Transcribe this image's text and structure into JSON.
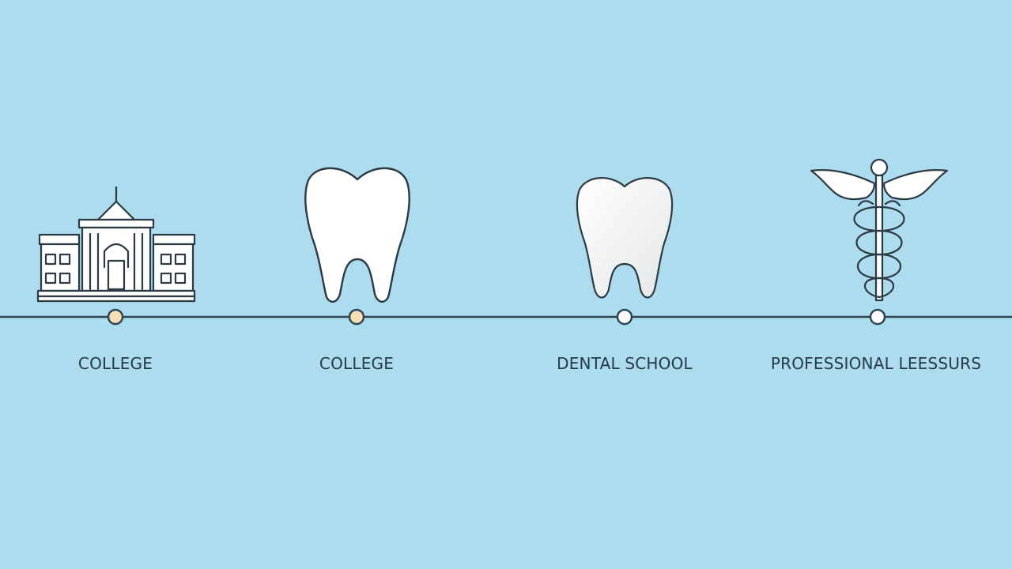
{
  "colors": {
    "background": "#acdcee",
    "line": "#2f4652",
    "icon_stroke": "#2c3a44",
    "icon_fill": "#ffffff",
    "marker_filled": "#f6dfb6",
    "marker_hollow": "#ffffff",
    "label_text": "#243a48"
  },
  "timeline": {
    "stages": [
      {
        "label": "COLLEGE",
        "icon": "building-icon",
        "marker": "filled"
      },
      {
        "label": "COLLEGE",
        "icon": "tooth-icon",
        "marker": "filled"
      },
      {
        "label": "DENTAL SCHOOL",
        "icon": "tooth-icon",
        "marker": "hollow"
      },
      {
        "label": "PROFESSIONAL LEESSURS",
        "icon": "caduceus-icon",
        "marker": "hollow"
      }
    ]
  }
}
